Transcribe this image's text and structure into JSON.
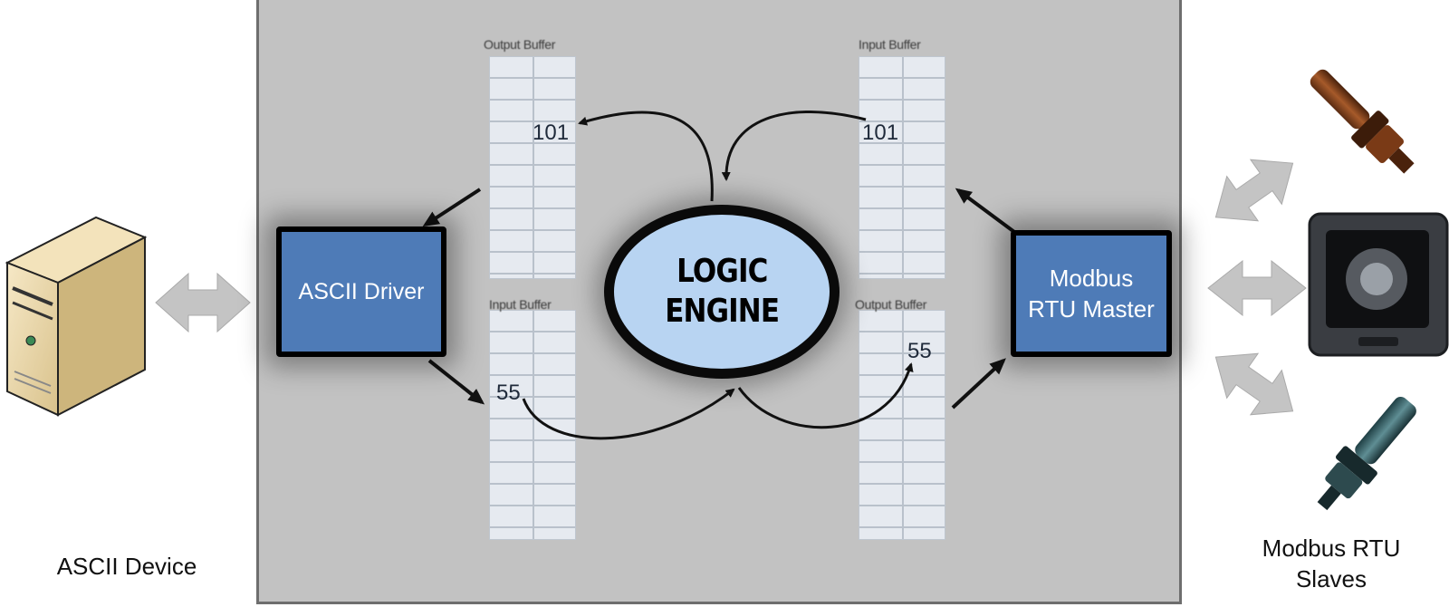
{
  "ascii_device": {
    "label": "ASCII Device"
  },
  "ascii_driver": {
    "label": "ASCII Driver"
  },
  "logic_engine": {
    "line1": "LOGIC",
    "line2": "ENGINE"
  },
  "modbus_master": {
    "line1": "Modbus",
    "line2": "RTU Master"
  },
  "modbus_slaves": {
    "line1": "Modbus RTU",
    "line2": "Slaves"
  },
  "left_output_buffer": {
    "label": "Output Buffer",
    "value": "101"
  },
  "left_input_buffer": {
    "label": "Input Buffer",
    "value": "55"
  },
  "right_input_buffer": {
    "label": "Input Buffer",
    "value": "101"
  },
  "right_output_buffer": {
    "label": "Output Buffer",
    "value": "55"
  },
  "colors": {
    "panel": "#c2c2c2",
    "block": "#4e7bb7",
    "engine": "#b8d4f2",
    "arrow_gray": "#c4c4c4"
  }
}
